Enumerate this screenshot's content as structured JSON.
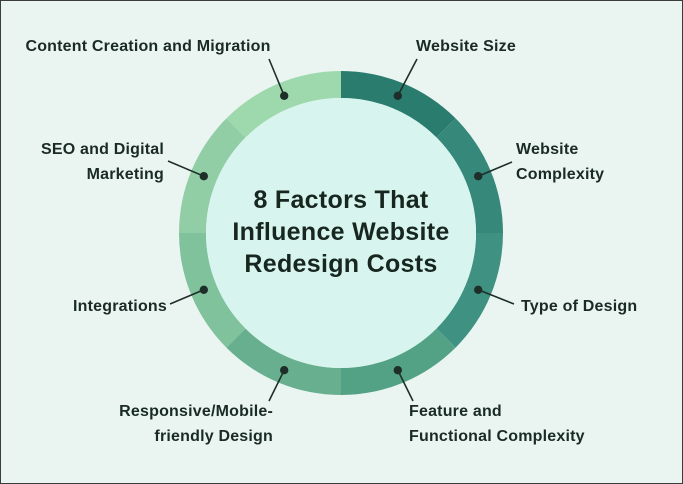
{
  "page": {
    "background_color": "#eaf5f1",
    "border_color": "#3c3c3c",
    "text_color": "#1a2a24"
  },
  "chart": {
    "type": "donut-infographic",
    "segment_count": 8,
    "title": "8 Factors That Influence Website Redesign Costs",
    "title_lines": [
      "8 Factors That",
      "Influence Website",
      "Redesign Costs"
    ],
    "inner_circle_color": "#d7f5ee",
    "connector_color": "#1e2e28",
    "segments": [
      {
        "label": "Website Size",
        "lines": [
          "Website Size"
        ],
        "color": "#2a7c6f"
      },
      {
        "label": "Website Complexity",
        "lines": [
          "Website",
          "Complexity"
        ],
        "color": "#36887b"
      },
      {
        "label": "Type of Design",
        "lines": [
          "Type of Design"
        ],
        "color": "#3f9182"
      },
      {
        "label": "Feature and Functional Complexity",
        "lines": [
          "Feature and",
          "Functional Complexity"
        ],
        "color": "#54a285"
      },
      {
        "label": "Responsive/Mobile-friendly Design",
        "lines": [
          "Responsive/Mobile-",
          "friendly Design"
        ],
        "color": "#68af8f"
      },
      {
        "label": "Integrations",
        "lines": [
          "Integrations"
        ],
        "color": "#80c29c"
      },
      {
        "label": "SEO and Digital Marketing",
        "lines": [
          "SEO and Digital",
          "Marketing"
        ],
        "color": "#91cda5"
      },
      {
        "label": "Content Creation and Migration",
        "lines": [
          "Content Creation and Migration"
        ],
        "color": "#9ed8ad"
      }
    ]
  }
}
